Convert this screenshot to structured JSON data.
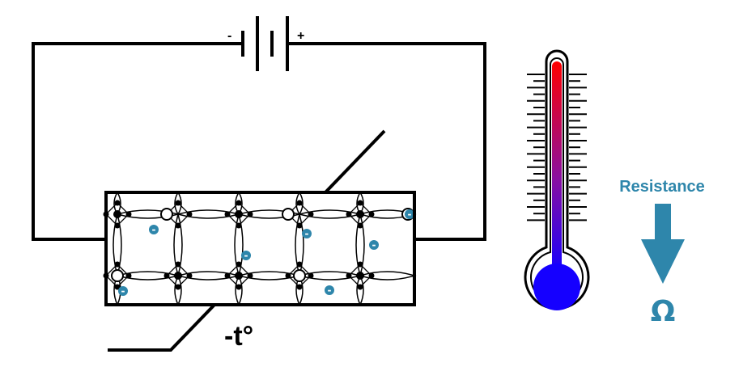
{
  "battery": {
    "negative_label": "-",
    "positive_label": "+"
  },
  "thermistor": {
    "temperature_label": "-t°",
    "electron_symbol": "-",
    "electron_count": 7
  },
  "thermometer": {
    "tick_count": 23
  },
  "resistance": {
    "label": "Resistance",
    "unit_symbol": "Ω"
  },
  "colors": {
    "line": "#000000",
    "accent": "#2e86ab",
    "thermo_top": "#ff0000",
    "thermo_bottom": "#1400ff",
    "thermo_bulb": "#1500ff"
  },
  "icons": [
    "battery-icon",
    "thermistor-icon",
    "thermometer-icon",
    "arrow-down-icon",
    "electron-icon"
  ]
}
